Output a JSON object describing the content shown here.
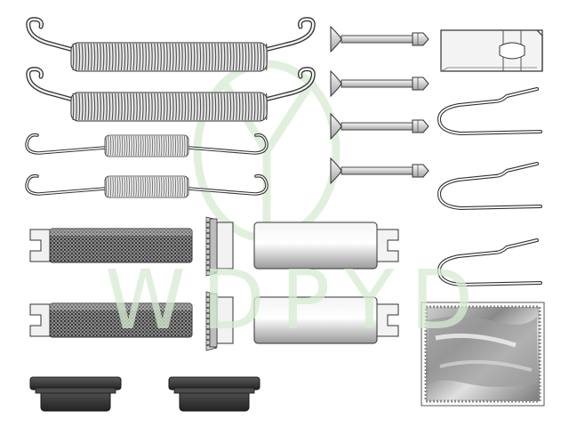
{
  "watermark": {
    "text": "WDPYD",
    "color": "#d6ecd2"
  },
  "colors": {
    "outline": "#333333",
    "metal_light": "#e8e8e8",
    "metal_mid": "#b8b8b8",
    "metal_dark": "#6f6f6f",
    "rubber": "#3d3d3d",
    "background": "#ffffff"
  },
  "parts": {
    "long_springs": 2,
    "short_springs": 2,
    "pins": 4,
    "clip_plate": 1,
    "hold_down_clips": 3,
    "adjuster_screws": 2,
    "star_wheels": 2,
    "adjuster_sleeves": 2,
    "grease_sachet": 1,
    "rubber_pads": 2
  }
}
